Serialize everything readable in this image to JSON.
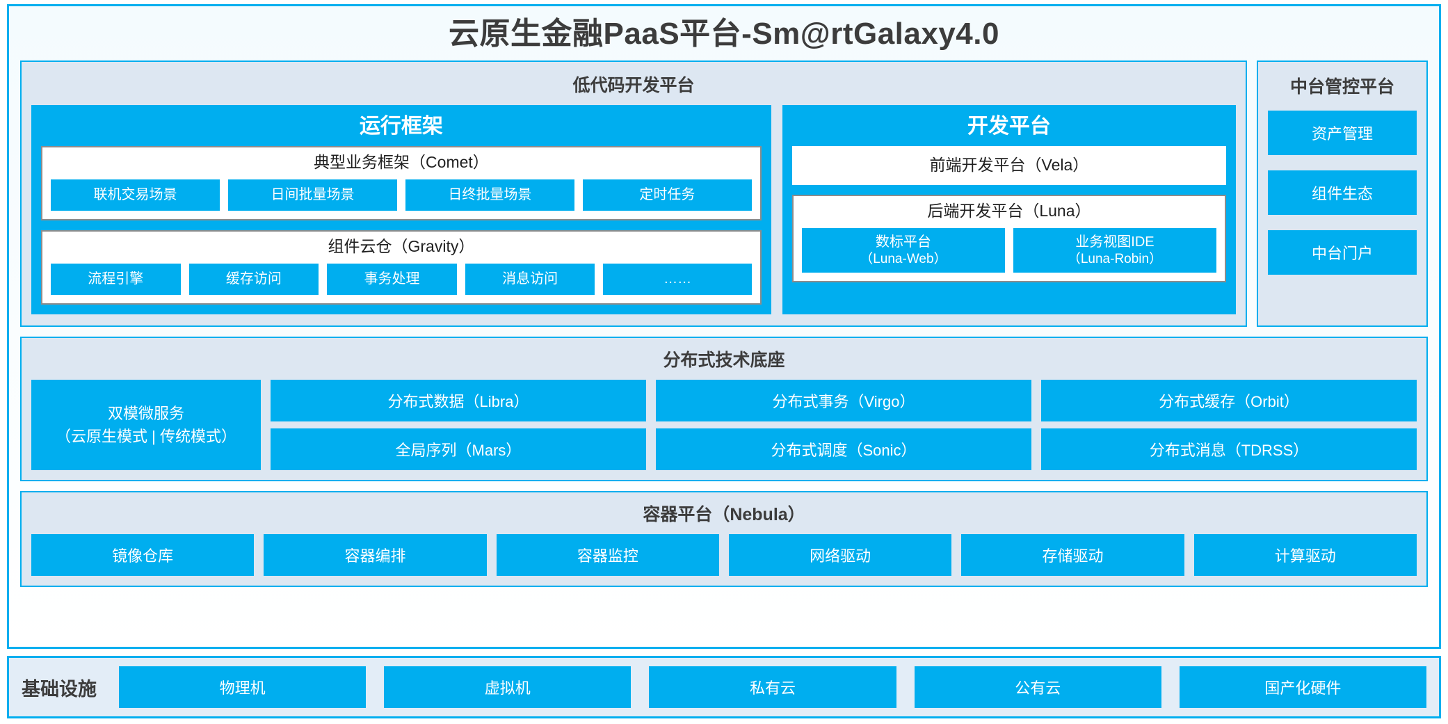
{
  "page": {
    "title": "云原生金融PaaS平台-Sm@rtGalaxy4.0",
    "accent_color": "#00AEEF",
    "panel_color": "#DDE7F2",
    "text_color": "#3C3C3C"
  },
  "lowcode": {
    "heading": "低代码开发平台",
    "runtime": {
      "title": "运行框架",
      "comet": {
        "title": "典型业务框架（Comet）",
        "items": [
          "联机交易场景",
          "日间批量场景",
          "日终批量场景",
          "定时任务"
        ]
      },
      "gravity": {
        "title": "组件云仓（Gravity）",
        "items": [
          "流程引擎",
          "缓存访问",
          "事务处理",
          "消息访问",
          "……"
        ]
      }
    },
    "devplatform": {
      "title": "开发平台",
      "frontend": "前端开发平台（Vela）",
      "backend": {
        "title": "后端开发平台（Luna）",
        "items": [
          {
            "line1": "数标平台",
            "line2": "（Luna-Web）"
          },
          {
            "line1": "业务视图IDE",
            "line2": "（Luna-Robin）"
          }
        ]
      }
    }
  },
  "control_platform": {
    "title": "中台管控平台",
    "items": [
      "资产管理",
      "组件生态",
      "中台门户"
    ]
  },
  "distributed": {
    "title": "分布式技术底座",
    "microservice": {
      "line1": "双模微服务",
      "line2": "（云原生模式 | 传统模式）"
    },
    "columns": [
      [
        "分布式数据（Libra）",
        "全局序列（Mars）"
      ],
      [
        "分布式事务（Virgo）",
        "分布式调度（Sonic）"
      ],
      [
        "分布式缓存（Orbit）",
        "分布式消息（TDRSS）"
      ]
    ]
  },
  "container": {
    "title": "容器平台（Nebula）",
    "items": [
      "镜像仓库",
      "容器编排",
      "容器监控",
      "网络驱动",
      "存储驱动",
      "计算驱动"
    ]
  },
  "infrastructure": {
    "label": "基础设施",
    "items": [
      "物理机",
      "虚拟机",
      "私有云",
      "公有云",
      "国产化硬件"
    ]
  }
}
